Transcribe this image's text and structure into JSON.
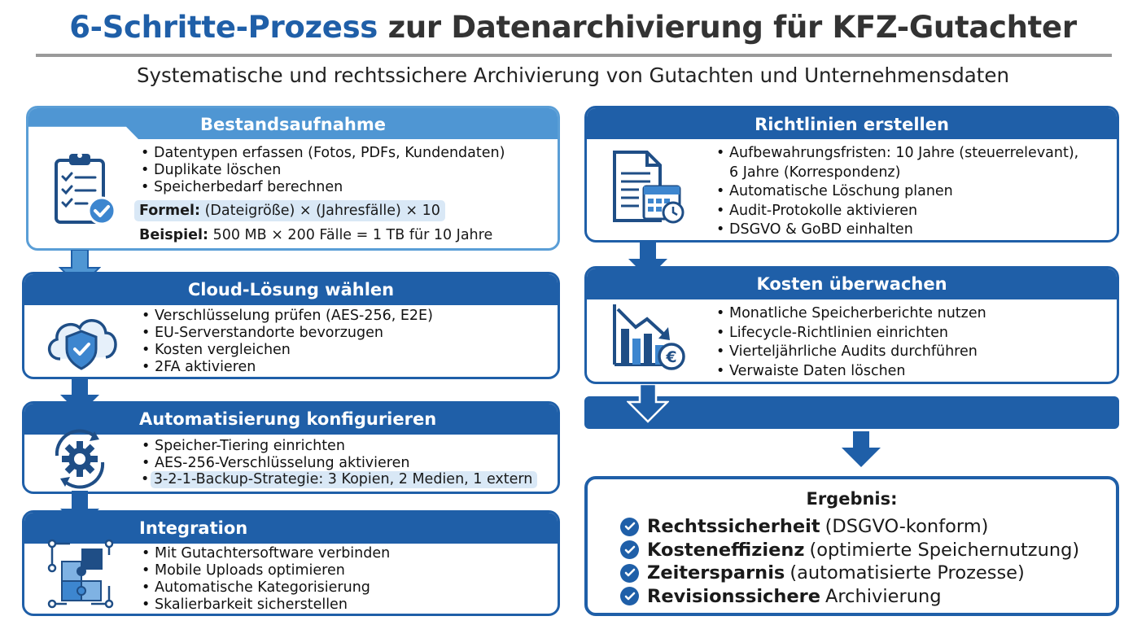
{
  "title": {
    "accent": "6-Schritte-Prozess",
    "rest": " zur Datenarchivierung für KFZ-Gutachter"
  },
  "subtitle": "Systematische und rechtssichere Archivierung von Gutachten und Unternehmensdaten",
  "colors": {
    "primary": "#1f5fa8",
    "secondary": "#4f96d3",
    "highlight": "#d9e8f6"
  },
  "steps": {
    "s1": {
      "title": "Bestandsaufnahme",
      "icon": "clipboard-check-icon",
      "bullets": [
        "Datentypen erfassen (Fotos, PDFs, Kundendaten)",
        "Duplikate löschen",
        "Speicherbedarf berechnen"
      ],
      "formula_label": "Formel:",
      "formula_text": " (Dateigröße) × (Jahresfälle) × 10",
      "example_label": "Beispiel:",
      "example_text": " 500 MB × 200 Fälle = 1 TB für 10 Jahre"
    },
    "s2": {
      "title": "Cloud-Lösung wählen",
      "icon": "cloud-shield-icon",
      "bullets": [
        "Verschlüsselung prüfen (AES-256, E2E)",
        "EU-Serverstandorte bevorzugen",
        "Kosten vergleichen",
        "2FA aktivieren"
      ]
    },
    "s3": {
      "title": "Automatisierung konfigurieren",
      "icon": "gear-sync-icon",
      "bullets": [
        "Speicher-Tiering einrichten",
        "AES-256-Verschlüsselung aktivieren"
      ],
      "highlight": "3-2-1-Backup-Strategie: 3 Kopien, 2 Medien, 1 extern"
    },
    "s4": {
      "title": "Integration",
      "icon": "puzzle-network-icon",
      "bullets": [
        "Mit Gutachtersoftware verbinden",
        "Mobile Uploads optimieren",
        "Automatische Kategorisierung",
        "Skalierbarkeit sicherstellen"
      ]
    },
    "s5": {
      "title": "Richtlinien erstellen",
      "icon": "document-calendar-icon",
      "bullets": [
        "Aufbewahrungsfristen: 10 Jahre (steuerrelevant),",
        "6 Jahre (Korrespondenz)",
        "Automatische Löschung planen",
        "Audit-Protokolle aktivieren",
        "DSGVO & GoBD einhalten"
      ]
    },
    "s6": {
      "title": "Kosten überwachen",
      "icon": "chart-euro-icon",
      "bullets": [
        "Monatliche Speicherberichte nutzen",
        "Lifecycle-Richtlinien einrichten",
        "Vierteljährliche Audits durchführen",
        "Verwaiste Daten löschen"
      ]
    }
  },
  "result": {
    "title": "Ergebnis:",
    "items": [
      {
        "bold": "Rechtssicherheit",
        "rest": "(DSGVO-konform)"
      },
      {
        "bold": "Kosteneffizienz",
        "rest": "(optimierte Speichernutzung)"
      },
      {
        "bold": "Zeitersparnis",
        "rest": "(automatisierte Prozesse)"
      },
      {
        "bold": "Revisionssichere",
        "rest": "Archivierung"
      }
    ]
  }
}
